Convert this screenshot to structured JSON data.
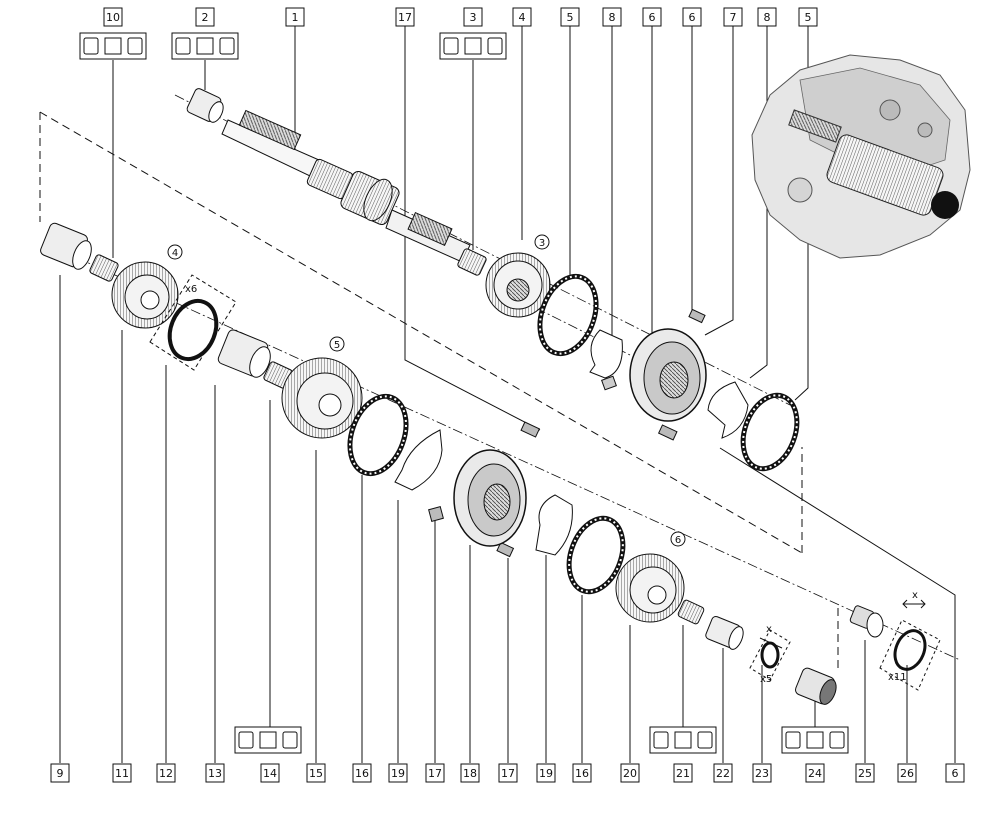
{
  "diagram": {
    "top_callouts": [
      "10",
      "2",
      "1",
      "17",
      "3",
      "4",
      "5",
      "8",
      "6",
      "6",
      "7",
      "8",
      "5"
    ],
    "bottom_callouts": [
      "9",
      "11",
      "12",
      "13",
      "14",
      "15",
      "16",
      "19",
      "17",
      "18",
      "17",
      "19",
      "16",
      "20",
      "21",
      "22",
      "23",
      "24",
      "25",
      "26",
      "6"
    ],
    "circled_markers": [
      "3",
      "4",
      "5",
      "6"
    ],
    "multipliers": [
      "x6",
      "x5",
      "x11"
    ],
    "dimension_marks": [
      "x",
      "x"
    ]
  },
  "colors": {
    "line": "#111111",
    "fill_light": "#f4f4f4",
    "fill_mid": "#c8c8c8",
    "fill_dark": "#5a5a5a",
    "background": "#ffffff"
  }
}
